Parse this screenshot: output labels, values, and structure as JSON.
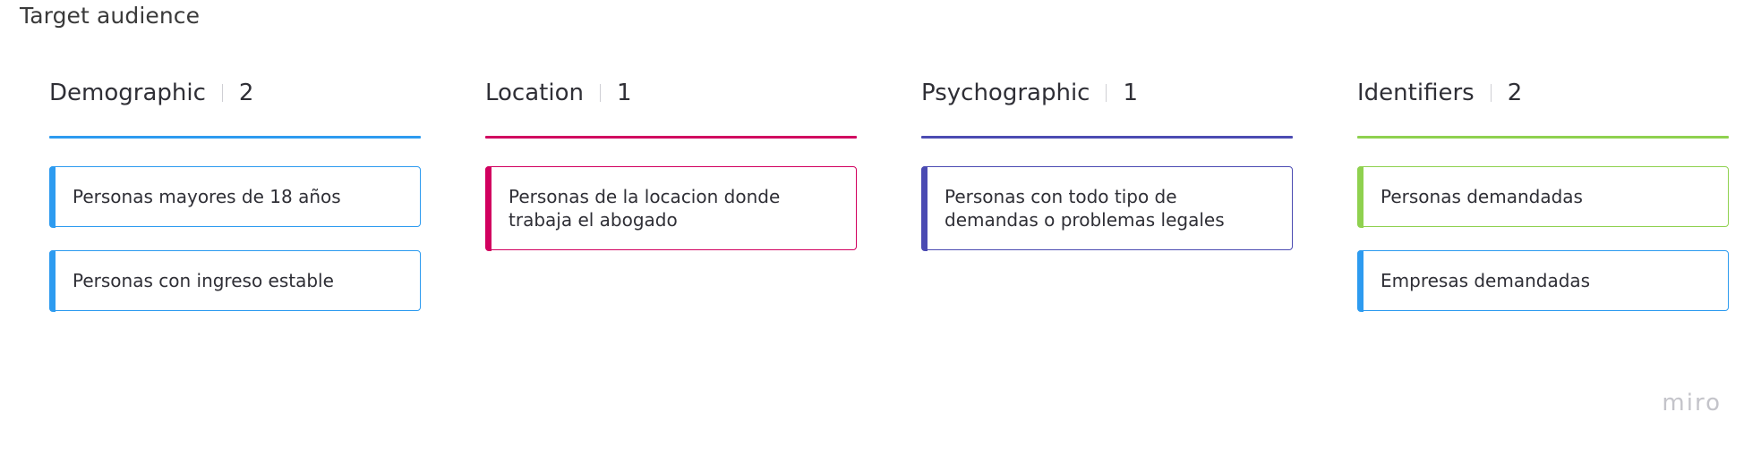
{
  "board": {
    "title": "Target audience",
    "logo": "miro"
  },
  "columns": [
    {
      "title": "Demographic",
      "count": "2",
      "color": "#2d9bf0",
      "cards": [
        {
          "text": "Personas mayores de 18 años",
          "color": "#2d9bf0"
        },
        {
          "text": "Personas con ingreso estable",
          "color": "#2d9bf0"
        }
      ]
    },
    {
      "title": "Location",
      "count": "1",
      "color": "#d1005f",
      "cards": [
        {
          "text": "Personas de la locacion donde trabaja el abogado",
          "color": "#d1005f"
        }
      ]
    },
    {
      "title": "Psychographic",
      "count": "1",
      "color": "#4b4bb2",
      "cards": [
        {
          "text": "Personas con todo tipo de demandas o problemas legales",
          "color": "#4b4bb2"
        }
      ]
    },
    {
      "title": "Identifiers",
      "count": "2",
      "color": "#8fd14f",
      "cards": [
        {
          "text": "Personas demandadas",
          "color": "#8fd14f"
        },
        {
          "text": "Empresas demandadas",
          "color": "#2d9bf0"
        }
      ]
    }
  ]
}
